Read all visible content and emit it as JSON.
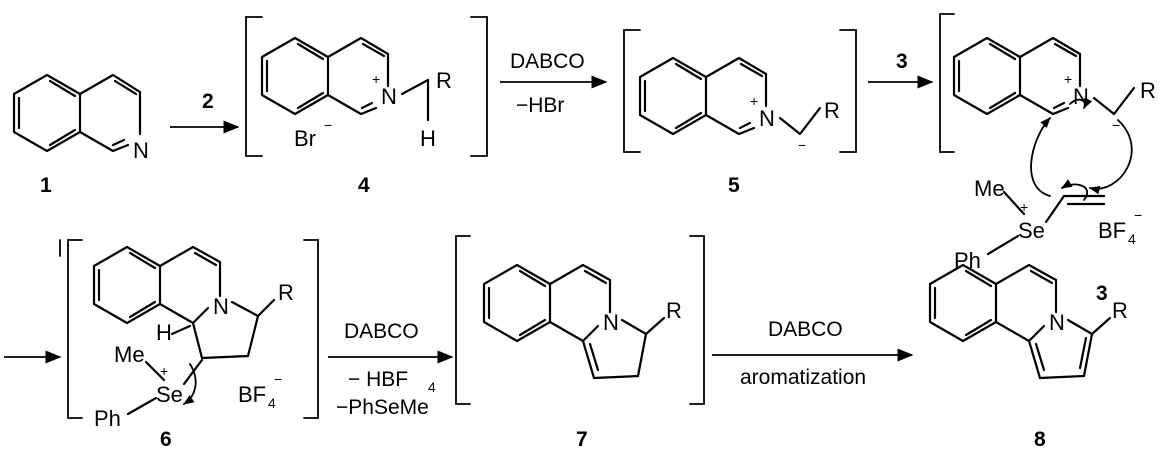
{
  "atoms": {
    "N": "N",
    "R": "R",
    "H": "H",
    "Br": "Br",
    "Se": "Se",
    "Me": "Me",
    "Ph": "Ph",
    "BF": "BF",
    "four": "4",
    "plus": "+",
    "minus": "−"
  },
  "labels": {
    "c1": "1",
    "c3": "3",
    "c3b": "3",
    "c4": "4",
    "c5": "5",
    "c6": "6",
    "c7": "7",
    "c8": "8"
  },
  "reagents": {
    "step1": "2",
    "step2_top": "DABCO",
    "step2_bottom": "−HBr",
    "step3": "3",
    "step4_top": "DABCO",
    "step4_mid": "− HBF",
    "step4_mid_sub": "4",
    "step4_bottom": "−PhSeMe",
    "step5_top": "DABCO",
    "step5_bottom": "aromatization"
  }
}
